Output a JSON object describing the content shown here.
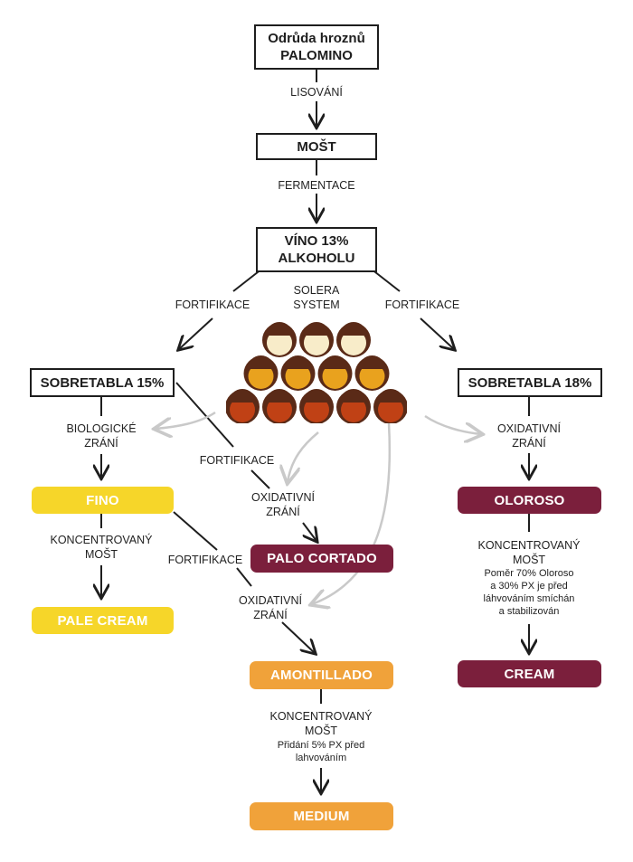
{
  "colors": {
    "fino": "#f6d629",
    "oloroso": "#7b1f3c",
    "amontillado": "#f0a23a",
    "barrel_dark": "#5a2a17",
    "fill_light": "#f8ecc9",
    "fill_mid": "#e9a21e",
    "fill_dark": "#c04115",
    "arrow_grey": "#c9c9c9"
  },
  "top": {
    "variety_line1": "Odrůda hroznů",
    "variety_line2": "PALOMINO",
    "pressing": "LISOVÁNÍ",
    "must": "MOŠT",
    "fermentation": "FERMENTACE",
    "wine_line1": "VÍNO 13%",
    "wine_line2": "ALKOHOLU"
  },
  "solera": {
    "line1": "SOLERA",
    "line2": "SYSTEM",
    "rows": [
      3,
      4,
      5
    ]
  },
  "left": {
    "fortification": "FORTIFIKACE",
    "sobretabla": "SOBRETABLA 15%",
    "bio_line1": "BIOLOGICKÉ",
    "bio_line2": "ZRÁNÍ",
    "fino": "FINO",
    "conc_line1": "KONCENTROVANÝ",
    "conc_line2": "MOŠT",
    "pale_cream": "PALE CREAM"
  },
  "middle": {
    "fortification_a": "FORTIFIKACE",
    "oxid_a_line1": "OXIDATIVNÍ",
    "oxid_a_line2": "ZRÁNÍ",
    "palo_cortado": "PALO CORTADO",
    "fortification_b": "FORTIFIKACE",
    "oxid_b_line1": "OXIDATIVNÍ",
    "oxid_b_line2": "ZRÁNÍ",
    "amontillado": "AMONTILLADO",
    "conc_line1": "KONCENTROVANÝ",
    "conc_line2": "MOŠT",
    "note_line1": "Přidání 5% PX před",
    "note_line2": "lahvováním",
    "medium": "MEDIUM"
  },
  "right": {
    "fortification": "FORTIFIKACE",
    "sobretabla": "SOBRETABLA 18%",
    "oxid_line1": "OXIDATIVNÍ",
    "oxid_line2": "ZRÁNÍ",
    "oloroso": "OLOROSO",
    "conc_line1": "KONCENTROVANÝ",
    "conc_line2": "MOŠT",
    "note_line1": "Poměr 70% Oloroso",
    "note_line2": "a 30% PX je před",
    "note_line3": "láhvováním smíchán",
    "note_line4": "a stabilizován",
    "cream": "CREAM"
  }
}
